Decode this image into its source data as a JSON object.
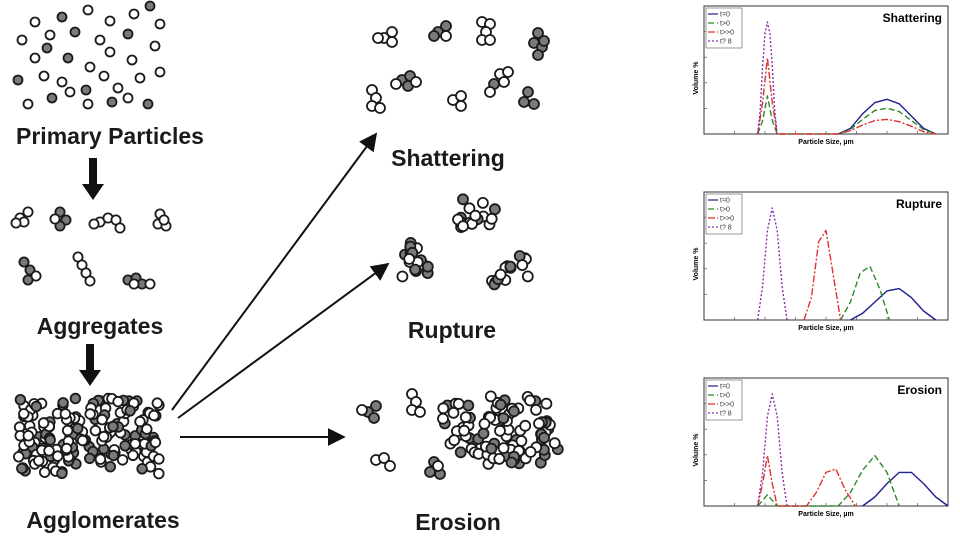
{
  "stages": {
    "primary": "Primary Particles",
    "aggregates": "Aggregates",
    "agglomerates": "Agglomerates"
  },
  "mechanisms": {
    "shattering": "Shattering",
    "rupture": "Rupture",
    "erosion": "Erosion"
  },
  "colors": {
    "particle_fill_grey": "#7a7a7a",
    "particle_stroke": "#1a1a1a",
    "series_t0": "#1f1f8f",
    "series_t_gt0": "#2a8a2a",
    "series_t_gg0": "#e03030",
    "series_t_inf": "#8a2ab0"
  },
  "chart_data": [
    {
      "type": "line",
      "title": "Shattering",
      "xlabel": "Particle Size, µm",
      "ylabel": "Volume %",
      "xlim": [
        0,
        100
      ],
      "ylim": [
        0,
        100
      ],
      "grid": false,
      "legend": "top-left",
      "series": [
        {
          "name": "t=0",
          "style": "solid",
          "color": "#1f1f8f",
          "x": [
            55,
            60,
            65,
            70,
            75,
            80,
            85,
            90,
            95
          ],
          "values": [
            0,
            5,
            18,
            28,
            31,
            27,
            16,
            5,
            0
          ]
        },
        {
          "name": "t>0",
          "style": "dashed",
          "color": "#2a8a2a",
          "x": [
            22,
            24,
            26,
            28,
            30,
            55,
            60,
            65,
            70,
            75,
            80,
            85,
            90,
            95
          ],
          "values": [
            0,
            12,
            34,
            12,
            0,
            0,
            4,
            13,
            21,
            23,
            20,
            12,
            4,
            0
          ]
        },
        {
          "name": "t>>0",
          "style": "dashdot",
          "color": "#e03030",
          "x": [
            22,
            24,
            26,
            28,
            30,
            55,
            60,
            65,
            70,
            75,
            80,
            85,
            90,
            95
          ],
          "values": [
            0,
            28,
            68,
            28,
            0,
            0,
            3,
            8,
            12,
            13,
            11,
            7,
            2,
            0
          ]
        },
        {
          "name": "t? 8",
          "style": "dotted",
          "color": "#8a2ab0",
          "x": [
            22,
            23,
            24,
            25,
            26,
            27,
            28,
            29,
            30
          ],
          "values": [
            0,
            20,
            60,
            90,
            100,
            90,
            60,
            20,
            0
          ]
        }
      ]
    },
    {
      "type": "line",
      "title": "Rupture",
      "xlabel": "Particle Size, µm",
      "ylabel": "Volume %",
      "xlim": [
        0,
        100
      ],
      "ylim": [
        0,
        100
      ],
      "grid": false,
      "legend": "top-left",
      "series": [
        {
          "name": "t=0",
          "style": "solid",
          "color": "#1f1f8f",
          "x": [
            60,
            65,
            70,
            75,
            80,
            85,
            90,
            95
          ],
          "values": [
            0,
            6,
            16,
            26,
            28,
            20,
            8,
            0
          ]
        },
        {
          "name": "t>0",
          "style": "dashed",
          "color": "#2a8a2a",
          "x": [
            56,
            60,
            64,
            68,
            72,
            76
          ],
          "values": [
            0,
            16,
            42,
            48,
            28,
            0
          ]
        },
        {
          "name": "t>>0",
          "style": "dashdot",
          "color": "#e03030",
          "x": [
            41,
            44,
            47,
            50,
            53,
            56
          ],
          "values": [
            0,
            20,
            70,
            80,
            40,
            0
          ]
        },
        {
          "name": "t? 8",
          "style": "dotted",
          "color": "#8a2ab0",
          "x": [
            22,
            24,
            26,
            28,
            30,
            32,
            34
          ],
          "values": [
            0,
            30,
            80,
            100,
            80,
            30,
            0
          ]
        }
      ]
    },
    {
      "type": "line",
      "title": "Erosion",
      "xlabel": "Particle Size, µm",
      "ylabel": "Volume %",
      "xlim": [
        0,
        100
      ],
      "ylim": [
        0,
        100
      ],
      "grid": false,
      "legend": "top-left",
      "series": [
        {
          "name": "t=0",
          "style": "solid",
          "color": "#1f1f8f",
          "x": [
            65,
            70,
            75,
            80,
            85,
            90,
            95,
            100
          ],
          "values": [
            0,
            8,
            20,
            30,
            30,
            20,
            8,
            0
          ]
        },
        {
          "name": "t>0",
          "style": "dashed",
          "color": "#2a8a2a",
          "x": [
            22,
            24,
            26,
            28,
            30,
            55,
            60,
            65,
            70,
            75,
            80
          ],
          "values": [
            0,
            5,
            10,
            5,
            0,
            0,
            12,
            32,
            45,
            30,
            0
          ]
        },
        {
          "name": "t>>0",
          "style": "dashdot",
          "color": "#e03030",
          "x": [
            22,
            24,
            26,
            28,
            30,
            42,
            46,
            50,
            54,
            58,
            62
          ],
          "values": [
            0,
            20,
            45,
            20,
            0,
            0,
            12,
            30,
            33,
            14,
            0
          ]
        },
        {
          "name": "t? 8",
          "style": "dotted",
          "color": "#8a2ab0",
          "x": [
            22,
            24,
            26,
            28,
            30,
            32,
            34
          ],
          "values": [
            0,
            30,
            80,
            100,
            80,
            30,
            0
          ]
        }
      ]
    }
  ]
}
